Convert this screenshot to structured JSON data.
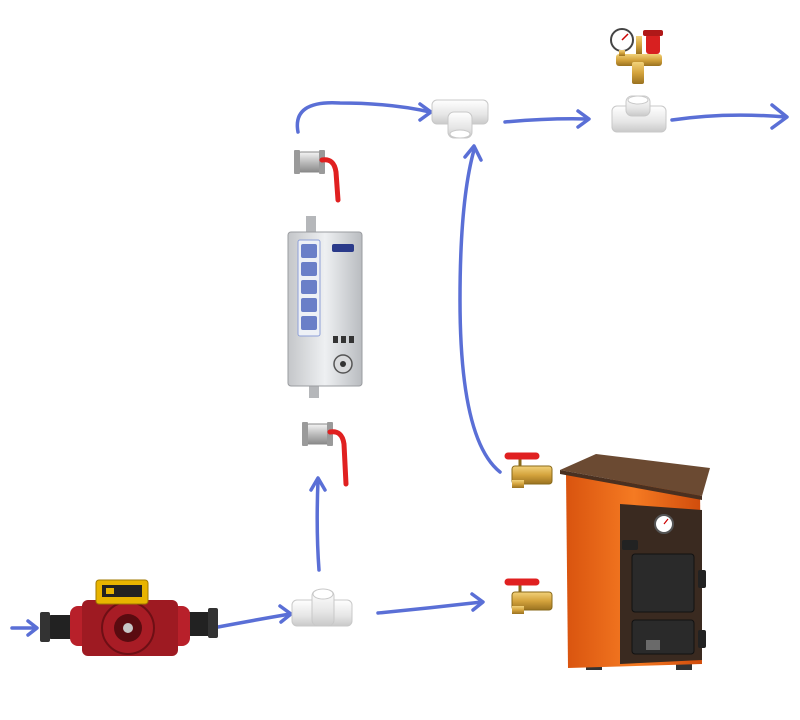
{
  "diagram": {
    "type": "heating-system-piping",
    "components": [
      {
        "id": "pump",
        "icon": "circulation-pump-icon"
      },
      {
        "id": "tee-bottom",
        "icon": "pipe-tee-icon"
      },
      {
        "id": "valve-heater-inlet",
        "icon": "ball-valve-icon"
      },
      {
        "id": "electric-boiler",
        "icon": "electric-boiler-icon"
      },
      {
        "id": "valve-heater-outlet",
        "icon": "ball-valve-icon"
      },
      {
        "id": "tee-top-left",
        "icon": "pipe-tee-icon"
      },
      {
        "id": "tee-top-right",
        "icon": "pipe-tee-icon"
      },
      {
        "id": "safety-group",
        "icon": "safety-group-icon"
      },
      {
        "id": "valve-boiler-inlet",
        "icon": "ball-valve-icon"
      },
      {
        "id": "valve-boiler-outlet",
        "icon": "ball-valve-icon"
      },
      {
        "id": "solid-fuel-boiler",
        "icon": "solid-fuel-boiler-icon"
      }
    ],
    "connections": [
      {
        "from": "inlet",
        "to": "pump"
      },
      {
        "from": "pump",
        "to": "tee-bottom"
      },
      {
        "from": "tee-bottom",
        "to": "valve-heater-inlet"
      },
      {
        "from": "tee-bottom",
        "to": "valve-boiler-inlet"
      },
      {
        "from": "valve-heater-outlet",
        "to": "tee-top-left"
      },
      {
        "from": "valve-boiler-outlet",
        "to": "tee-top-left"
      },
      {
        "from": "tee-top-left",
        "to": "tee-top-right"
      },
      {
        "from": "tee-top-right",
        "to": "outlet"
      }
    ]
  },
  "colors": {
    "flow": "#5a6fd6",
    "pump_body": "#b8202a",
    "pump_box": "#e8b400",
    "valve_brass": "#d4a33c",
    "valve_handle": "#e02020",
    "heater_body": "#d7d9dc",
    "heater_panel": "#6a7fc8",
    "boiler_body": "#f26a1b",
    "boiler_top": "#6b4a32",
    "boiler_door": "#2a2a2a",
    "fitting": "#eeeeee"
  }
}
